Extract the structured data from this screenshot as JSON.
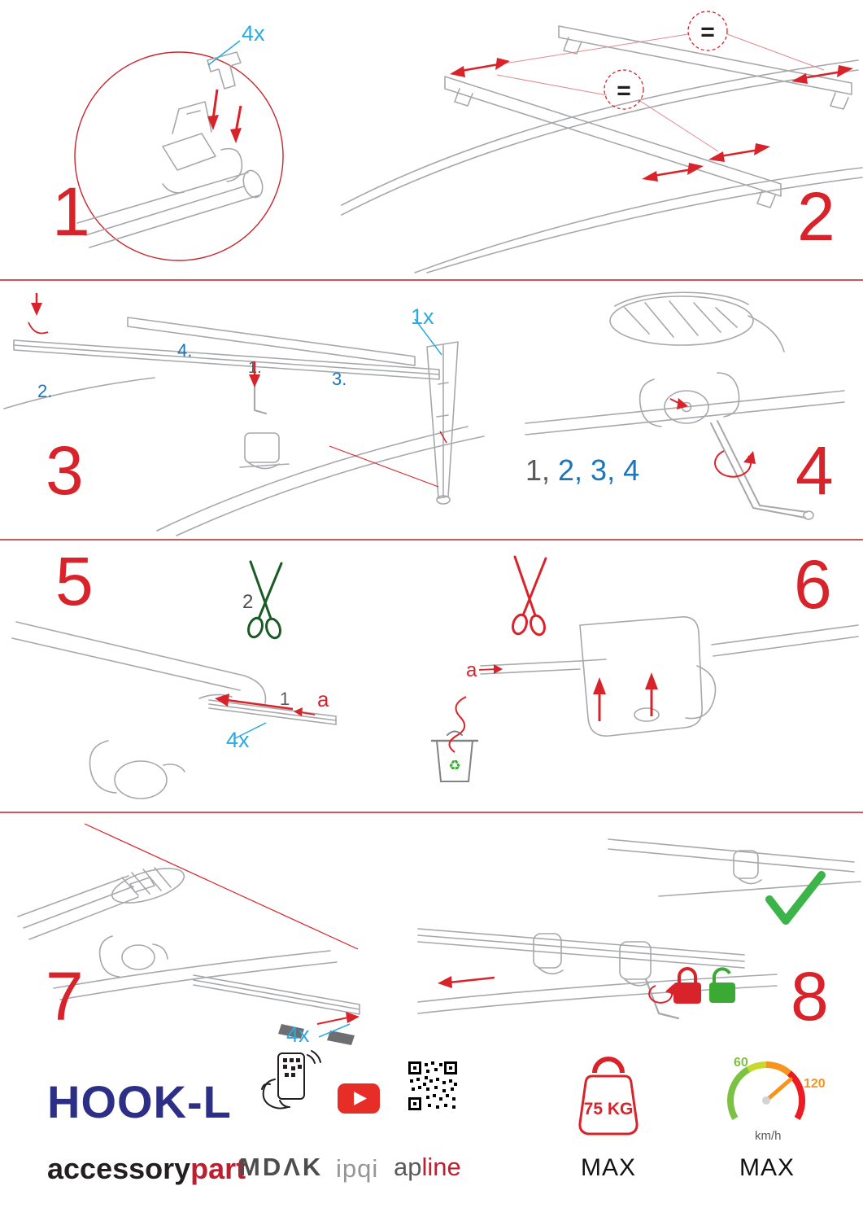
{
  "steps": {
    "step1": {
      "number": "1",
      "qty": "4x"
    },
    "step2": {
      "number": "2",
      "equals": "="
    },
    "step3": {
      "number": "3",
      "qty": "1x",
      "sub1": "1.",
      "sub2": "2.",
      "sub3": "3.",
      "sub4": "4."
    },
    "step4": {
      "number": "4",
      "seq_gray": "1,",
      "seq_blue": "2, 3, 4"
    },
    "step5": {
      "number": "5",
      "scissors_label": "2",
      "strip_label": "1",
      "channel_label": "a",
      "qty": "4x"
    },
    "step6": {
      "number": "6",
      "channel_label": "a",
      "recycle_icon": "♻"
    },
    "step7": {
      "number": "7",
      "qty": "4x"
    },
    "step8": {
      "number": "8"
    }
  },
  "footer": {
    "product_name": "HOOK-L",
    "brand_prefix": "accessory",
    "brand_suffix": "part",
    "partner_mdak": "MDΛK",
    "partner_ipqi": "ipqi",
    "partner_ap": "ap",
    "partner_line": "line",
    "weight_value": "75 KG",
    "weight_max": "MAX",
    "speed_min": "60",
    "speed_max_value": "120",
    "speed_unit": "km/h",
    "speed_max": "MAX"
  },
  "colors": {
    "accent_red": "#d8232a",
    "label_cyan": "#29abe2",
    "label_blue": "#1b75bc",
    "brand_navy": "#2d2f87",
    "success_green": "#3bb54a"
  }
}
